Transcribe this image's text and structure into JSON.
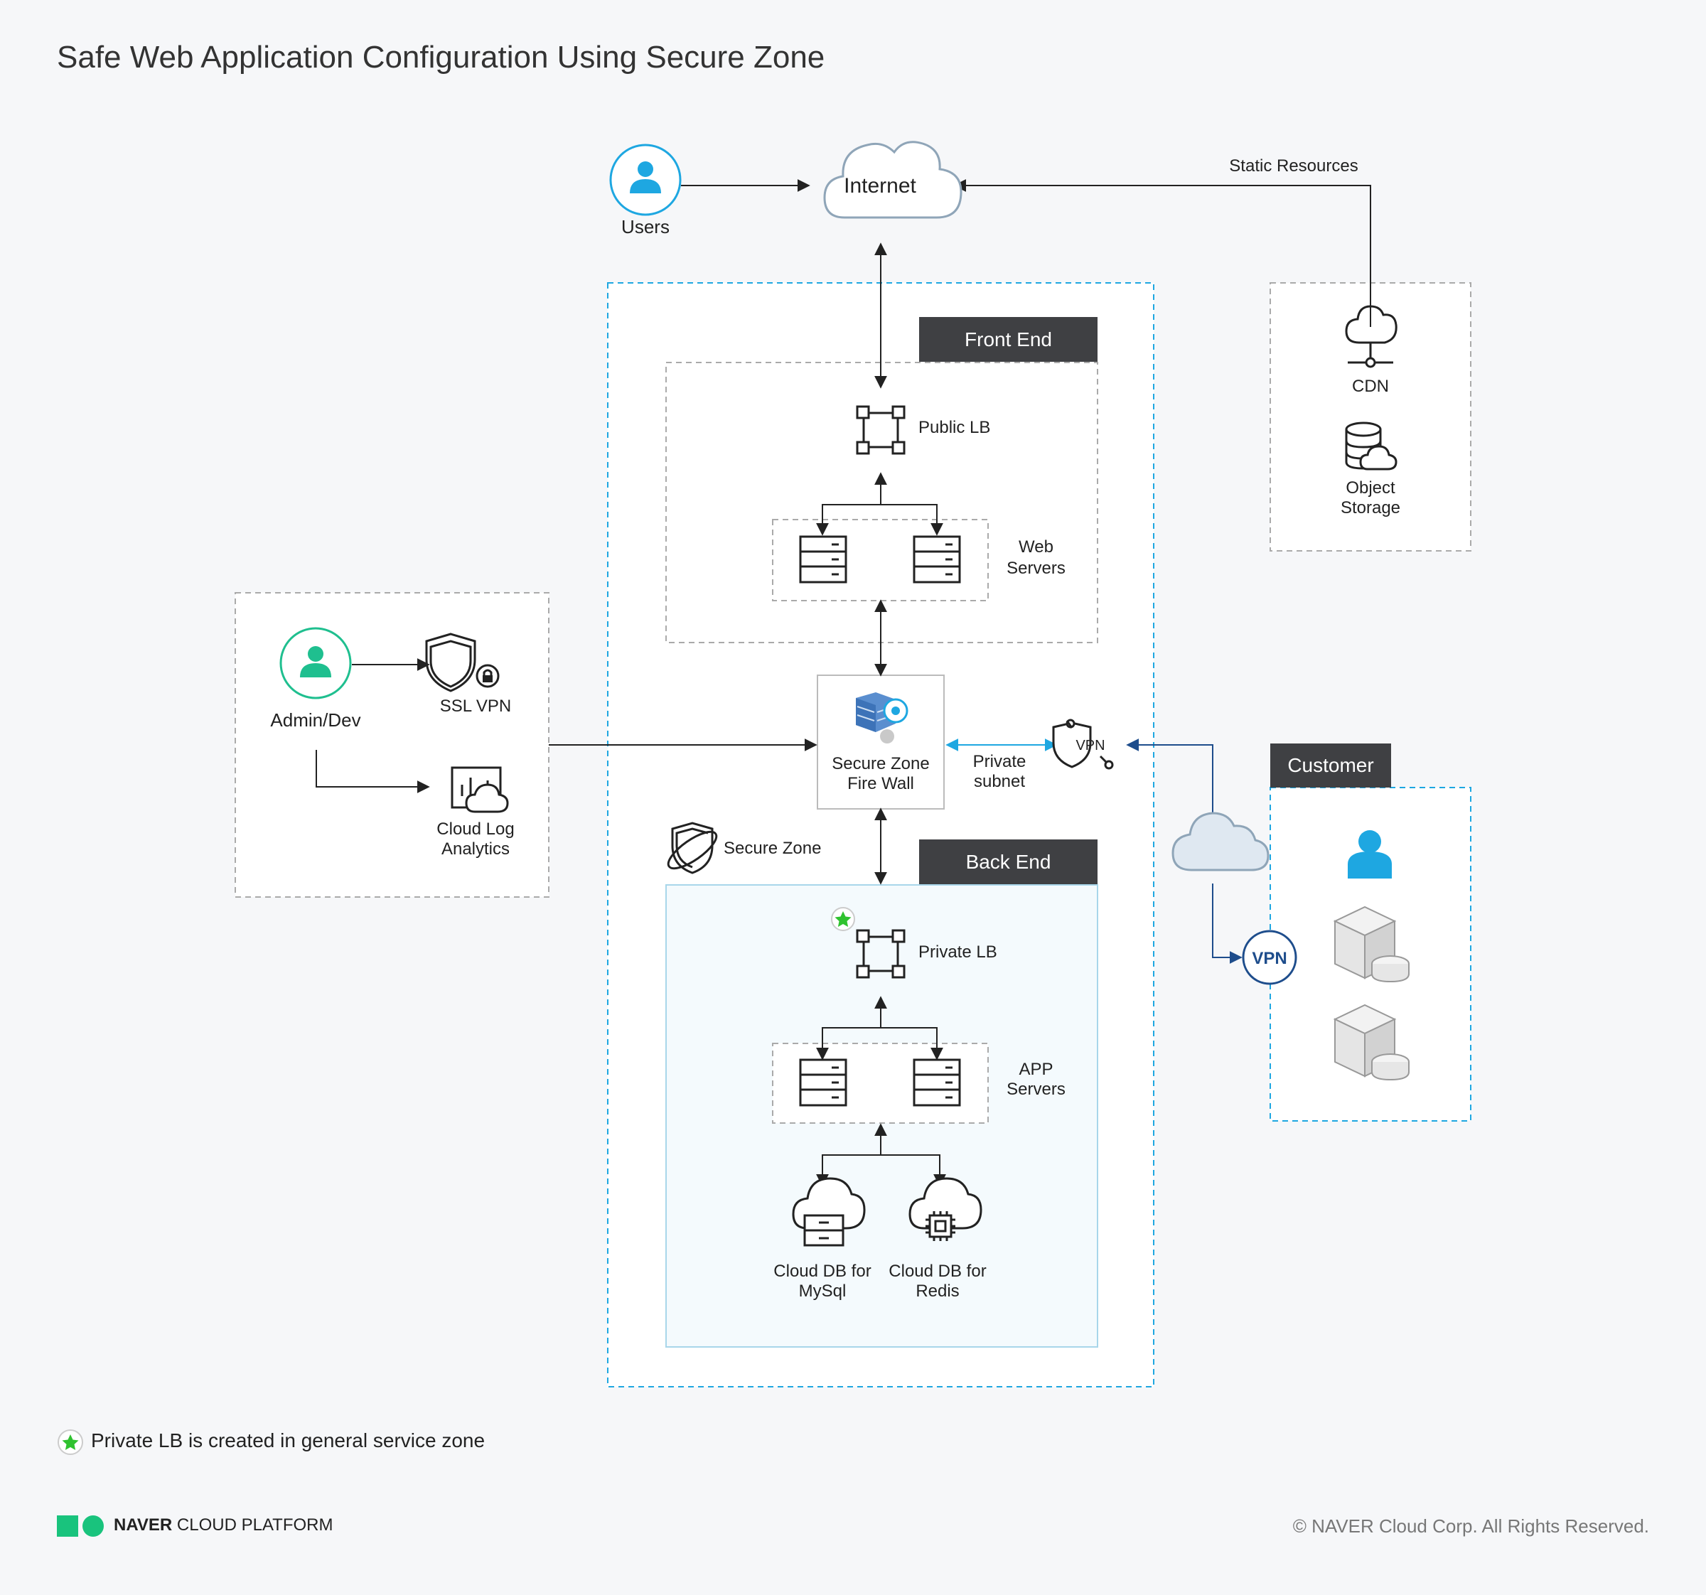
{
  "title": "Safe Web Application Configuration Using Secure Zone",
  "nodes": {
    "users": "Users",
    "internet": "Internet",
    "static_resources": "Static  Resources",
    "cdn": "CDN",
    "object_storage_1": "Object",
    "object_storage_2": "Storage",
    "public_lb": "Public LB",
    "web_servers_1": "Web",
    "web_servers_2": "Servers",
    "admin_dev": "Admin/Dev",
    "ssl_vpn": "SSL VPN",
    "cloud_log_1": "Cloud Log",
    "cloud_log_2": "Analytics",
    "firewall_1": "Secure Zone",
    "firewall_2": "Fire Wall",
    "private_subnet_1": "Private",
    "private_subnet_2": "subnet",
    "secure_zone": "Secure Zone",
    "private_lb": "Private LB",
    "app_servers_1": "APP",
    "app_servers_2": "Servers",
    "mysql_1": "Cloud DB for",
    "mysql_2": "MySql",
    "redis_1": "Cloud DB for",
    "redis_2": "Redis",
    "vpn_badge": "VPN",
    "vpn_circle": "VPN"
  },
  "headers": {
    "front_end": "Front End",
    "back_end": "Back End",
    "customer": "Customer"
  },
  "legend": {
    "note": "Private LB is created in general service zone"
  },
  "footer": {
    "brand_bold": "NAVER",
    "brand_rest": "CLOUD PLATFORM",
    "copyright": "© NAVER Cloud Corp. All Rights Reserved."
  },
  "colors": {
    "accent_blue": "#1ea7e1",
    "accent_green": "#1fbf8f",
    "vpn_navy": "#1e4d8c",
    "header_dark": "#3f4043"
  }
}
